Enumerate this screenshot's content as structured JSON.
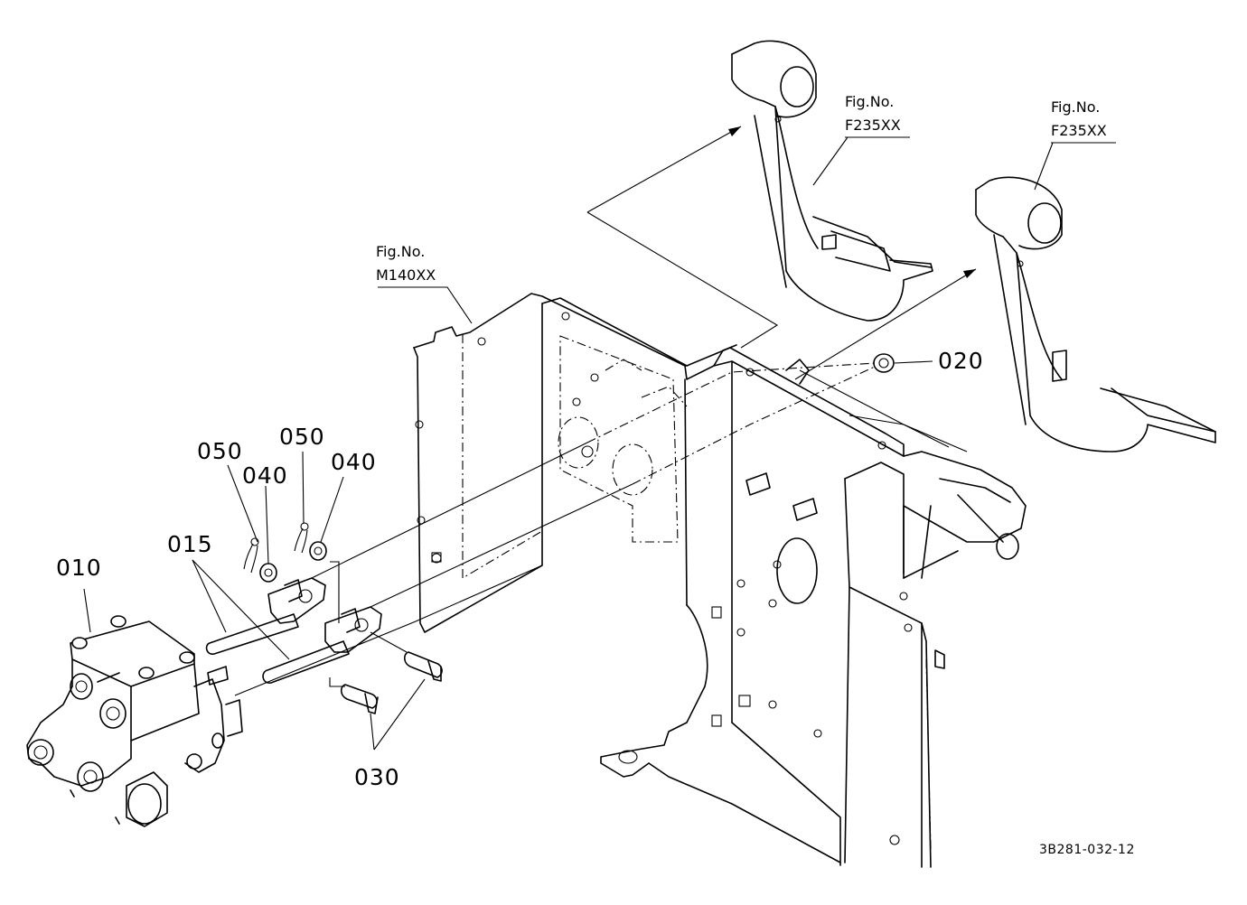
{
  "diagram": {
    "drawing_code": "3B281-032-12",
    "part_labels": {
      "p010": "010",
      "p015": "015",
      "p020": "020",
      "p030": "030",
      "p040a": "040",
      "p040b": "040",
      "p050a": "050",
      "p050b": "050"
    },
    "figure_refs": {
      "m140": {
        "line1": "Fig.No.",
        "line2": "M140XX"
      },
      "f235a": {
        "line1": "Fig.No.",
        "line2": "F235XX"
      },
      "f235b": {
        "line1": "Fig.No.",
        "line2": "F235XX"
      }
    }
  }
}
